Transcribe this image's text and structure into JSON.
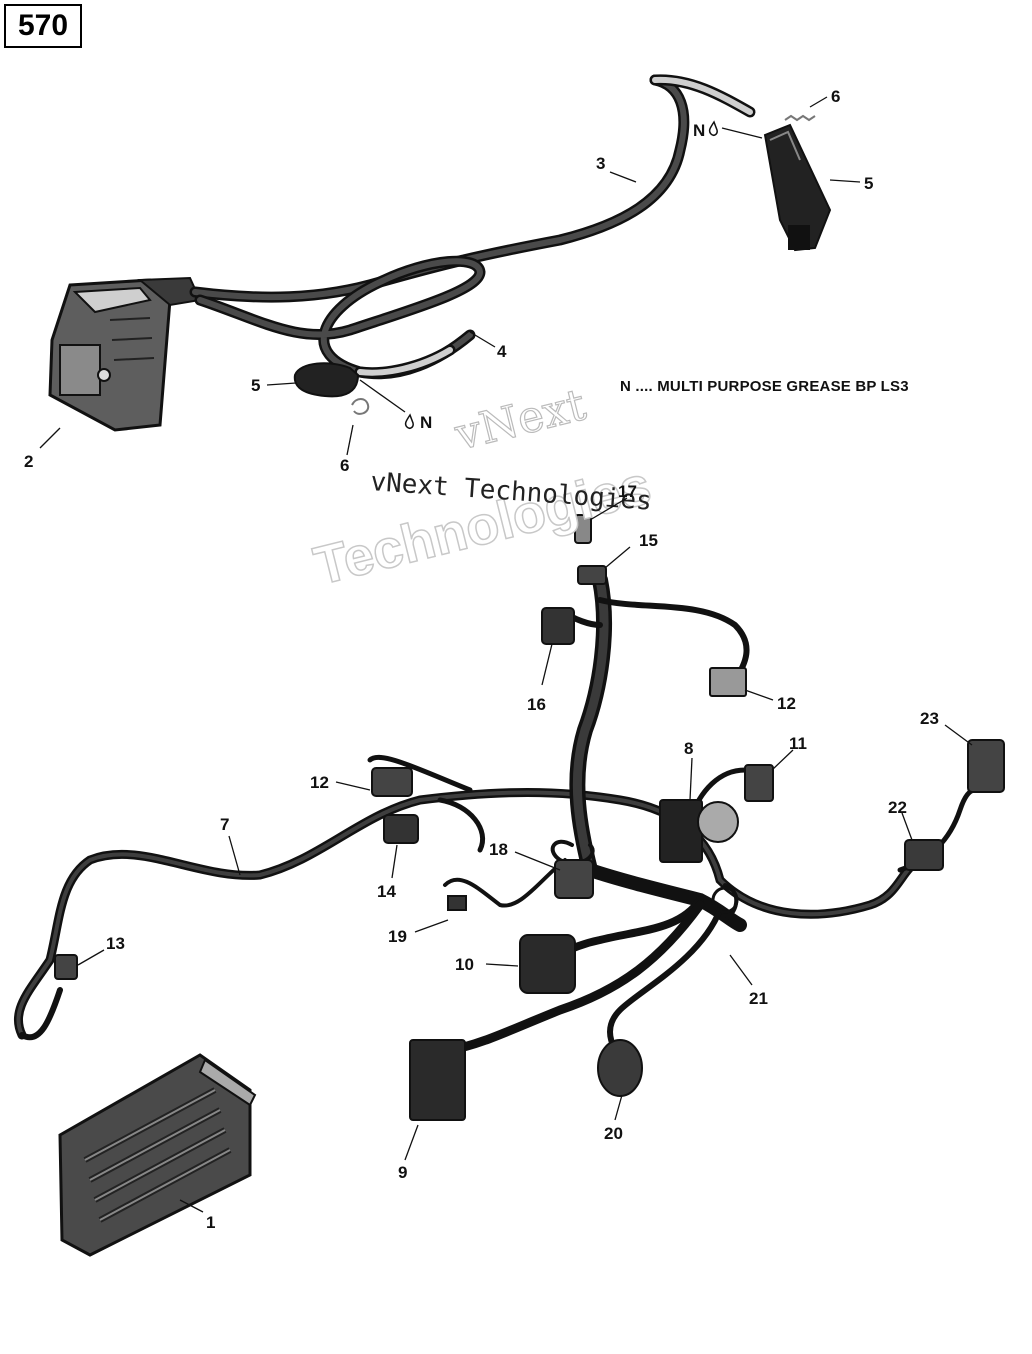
{
  "page_number": "570",
  "legend_note": "N .... MULTI PURPOSE GREASE BP LS3",
  "grease_symbol": "N",
  "watermarks": [
    "vNext",
    "Technologies",
    "vNext Technologies"
  ],
  "callouts": [
    {
      "id": "c1",
      "label": "1"
    },
    {
      "id": "c2",
      "label": "2"
    },
    {
      "id": "c3",
      "label": "3"
    },
    {
      "id": "c4",
      "label": "4"
    },
    {
      "id": "c5a",
      "label": "5"
    },
    {
      "id": "c5b",
      "label": "5"
    },
    {
      "id": "c6a",
      "label": "6"
    },
    {
      "id": "c6b",
      "label": "6"
    },
    {
      "id": "c7",
      "label": "7"
    },
    {
      "id": "c8",
      "label": "8"
    },
    {
      "id": "c9",
      "label": "9"
    },
    {
      "id": "c10",
      "label": "10"
    },
    {
      "id": "c11",
      "label": "11"
    },
    {
      "id": "c12a",
      "label": "12"
    },
    {
      "id": "c12b",
      "label": "12"
    },
    {
      "id": "c13",
      "label": "13"
    },
    {
      "id": "c14",
      "label": "14"
    },
    {
      "id": "c15",
      "label": "15"
    },
    {
      "id": "c16",
      "label": "16"
    },
    {
      "id": "c17",
      "label": "17"
    },
    {
      "id": "c18",
      "label": "18"
    },
    {
      "id": "c19",
      "label": "19"
    },
    {
      "id": "c20",
      "label": "20"
    },
    {
      "id": "c21",
      "label": "21"
    },
    {
      "id": "c22",
      "label": "22"
    },
    {
      "id": "c23",
      "label": "23"
    }
  ]
}
